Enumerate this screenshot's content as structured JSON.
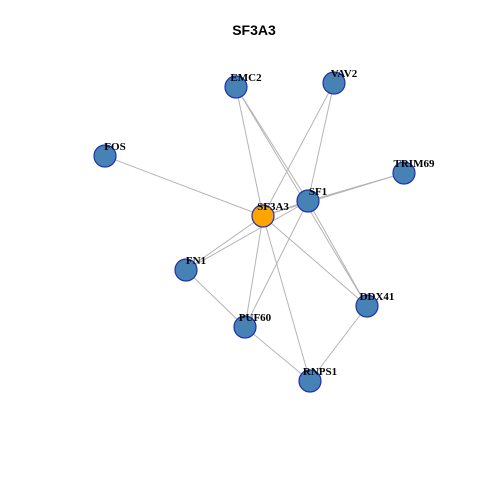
{
  "title": "SF3A3",
  "colors": {
    "center": "#FFA500",
    "node": "#4682B4",
    "node_border": "#1F2FB3",
    "edge": "#B4B4B4"
  },
  "network": {
    "center": "SF3A3",
    "nodes": [
      "SF3A3",
      "EMC2",
      "VAV2",
      "FOS",
      "SF1",
      "TRIM69",
      "FN1",
      "DDX41",
      "PUF60",
      "RNPS1"
    ],
    "edges": [
      [
        "SF3A3",
        "EMC2"
      ],
      [
        "SF3A3",
        "VAV2"
      ],
      [
        "SF3A3",
        "FOS"
      ],
      [
        "SF3A3",
        "SF1"
      ],
      [
        "SF3A3",
        "TRIM69"
      ],
      [
        "SF3A3",
        "FN1"
      ],
      [
        "SF3A3",
        "DDX41"
      ],
      [
        "SF3A3",
        "PUF60"
      ],
      [
        "SF3A3",
        "RNPS1"
      ],
      [
        "EMC2",
        "SF1"
      ],
      [
        "EMC2",
        "DDX41"
      ],
      [
        "VAV2",
        "SF1"
      ],
      [
        "SF1",
        "TRIM69"
      ],
      [
        "SF1",
        "FN1"
      ],
      [
        "SF1",
        "PUF60"
      ],
      [
        "SF1",
        "DDX41"
      ],
      [
        "FN1",
        "PUF60"
      ],
      [
        "PUF60",
        "RNPS1"
      ],
      [
        "DDX41",
        "RNPS1"
      ]
    ]
  }
}
